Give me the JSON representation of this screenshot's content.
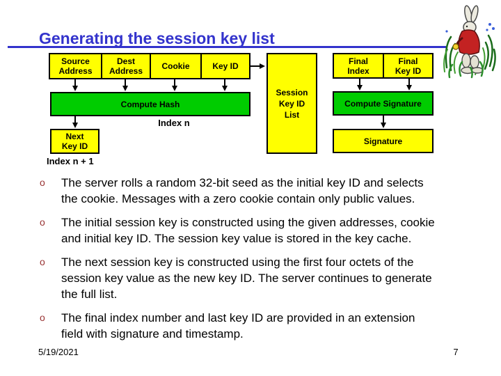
{
  "title": "Generating the session key list",
  "diagram": {
    "source": "Source\nAddress",
    "dest": "Dest\nAddress",
    "cookie": "Cookie",
    "key_id": "Key ID",
    "compute_hash": "Compute Hash",
    "index_n": "Index n",
    "next_key_id": "Next\nKey ID",
    "index_n_plus_1": "Index n + 1",
    "session_list": "Session\nKey ID\nList",
    "final_index": "Final\nIndex",
    "final_key_id": "Final\nKey ID",
    "compute_signature": "Compute Signature",
    "signature": "Signature"
  },
  "bullet_marker": "o",
  "bullets": [
    "The server rolls a random 32-bit seed as the initial key ID and selects\nthe cookie. Messages with a zero cookie contain only public values.",
    "The initial session key is constructed using the given addresses, cookie\nand initial key ID. The session key value is stored in the key cache.",
    "The next session key is constructed using the first four octets of the\nsession key value as the new key ID. The server continues to generate\nthe full list.",
    "The final index number and last key ID are provided in an extension\nfield with signature and timestamp."
  ],
  "footer": {
    "date": "5/19/2021",
    "page": "7"
  },
  "colors": {
    "accent_blue": "#3333CC",
    "box_yellow": "#FFFF00",
    "box_green": "#00CC00",
    "bullet_red": "#993333",
    "text_black": "#000000"
  },
  "illustration": "white-rabbit"
}
